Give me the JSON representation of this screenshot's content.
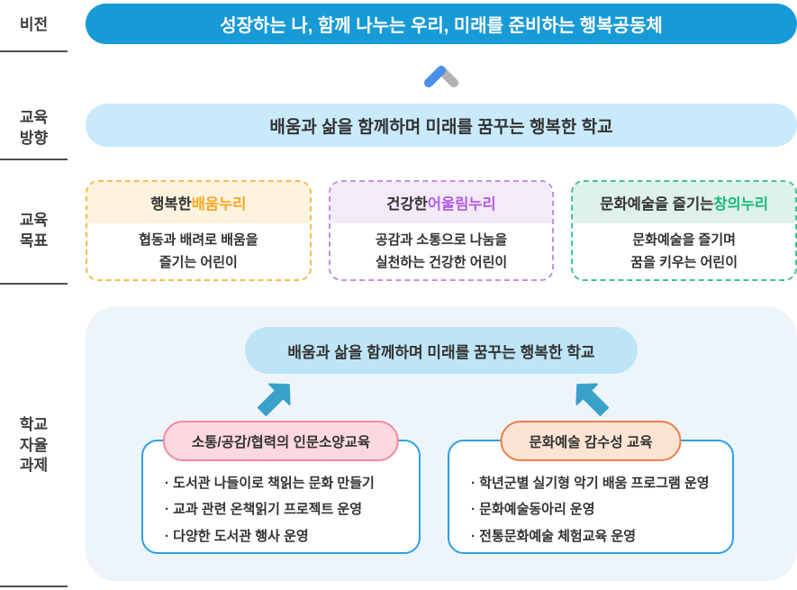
{
  "colors": {
    "vision_banner_bg": "#189ad6",
    "direction_banner_bg": "#c9eafa",
    "chevron_blue": "#4a8fe8",
    "chevron_gray": "#b2b2b5",
    "goal1_border": "#f6bd4b",
    "goal1_head_bg": "#fdf3de",
    "goal1_accent": "#f7a823",
    "goal2_border": "#c48fe2",
    "goal2_head_bg": "#f3eafa",
    "goal2_accent": "#b35de2",
    "goal3_border": "#3fc29b",
    "goal3_head_bg": "#def2e9",
    "goal3_accent": "#19b97e",
    "container_bg": "#eef5fa",
    "inner_pill_bg": "#bee4f7",
    "arrow": "#3aa2ca",
    "task_box_border": "#2da0e5",
    "task1_pill_bg": "#fcd9e0",
    "task1_pill_border": "#f5889f",
    "task2_pill_bg": "#fce4d2",
    "task2_pill_border": "#ee7f4b"
  },
  "vision": {
    "label": "비전",
    "banner": "성장하는 나, 함께 나누는 우리, 미래를 준비하는 행복공동체"
  },
  "direction": {
    "label": "교육\n방향",
    "banner": "배움과 삶을 함께하며 미래를 꿈꾸는 행복한 학교"
  },
  "goals": {
    "label": "교육\n목표",
    "items": [
      {
        "title_prefix": "행복한 ",
        "title_accent": "배움누리",
        "body": "협동과 배려로 배움을\n즐기는 어린이"
      },
      {
        "title_prefix": "건강한 ",
        "title_accent": "어울림누리",
        "body": "공감과 소통으로 나눔을\n실천하는 건강한 어린이"
      },
      {
        "title_prefix": "문화예술을 즐기는 ",
        "title_accent": "창의누리",
        "body": "문화예술을 즐기며\n꿈을 키우는 어린이"
      }
    ]
  },
  "autonomy": {
    "label": "학교\n자율\n과제",
    "center_pill": "배움과 삶을 함께하며 미래를 꿈꾸는 행복한 학교",
    "tasks": [
      {
        "title": "소통/공감/협력의 인문소양교육",
        "bullets": [
          "· 도서관 나들이로 책읽는 문화 만들기",
          "· 교과 관련 온책읽기 프로젝트 운영",
          "· 다양한 도서관 행사 운영"
        ]
      },
      {
        "title": "문화예술 감수성 교육",
        "bullets": [
          "· 학년군별 실기형 악기 배움 프로그램 운영",
          "· 문화예술동아리 운영",
          "· 전통문화예술 체험교육 운영"
        ]
      }
    ]
  }
}
